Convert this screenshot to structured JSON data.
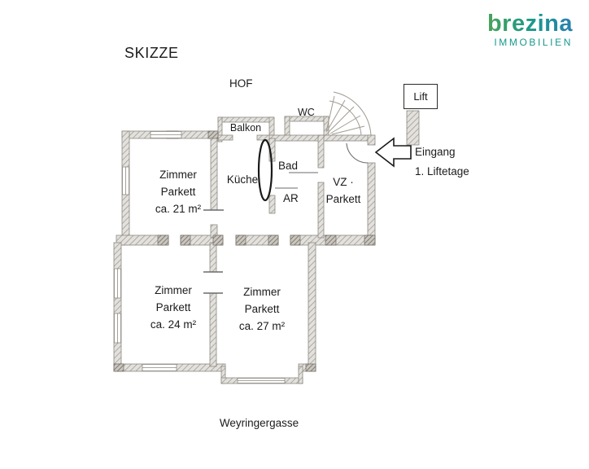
{
  "brand": {
    "name": "brezina",
    "subtitle": "IMMOBILIEN",
    "teal": "#17988e"
  },
  "sketch": {
    "title": "SKIZZE",
    "hof": "HOF",
    "wc": "WC",
    "balkon": "Balkon",
    "lift": "Lift",
    "eingang": "Eingang",
    "liftetage": "1. Liftetage",
    "street": "Weyringergasse",
    "kueche": "Küche",
    "bad": "Bad",
    "ar": "AR",
    "vz": "VZ ·",
    "vz_floor": "Parkett",
    "rooms": [
      {
        "name": "Zimmer",
        "floor": "Parkett",
        "area": "ca. 21 m²"
      },
      {
        "name": "Zimmer",
        "floor": "Parkett",
        "area": "ca. 24 m²"
      },
      {
        "name": "Zimmer",
        "floor": "Parkett",
        "area": "ca. 27 m²"
      }
    ]
  }
}
